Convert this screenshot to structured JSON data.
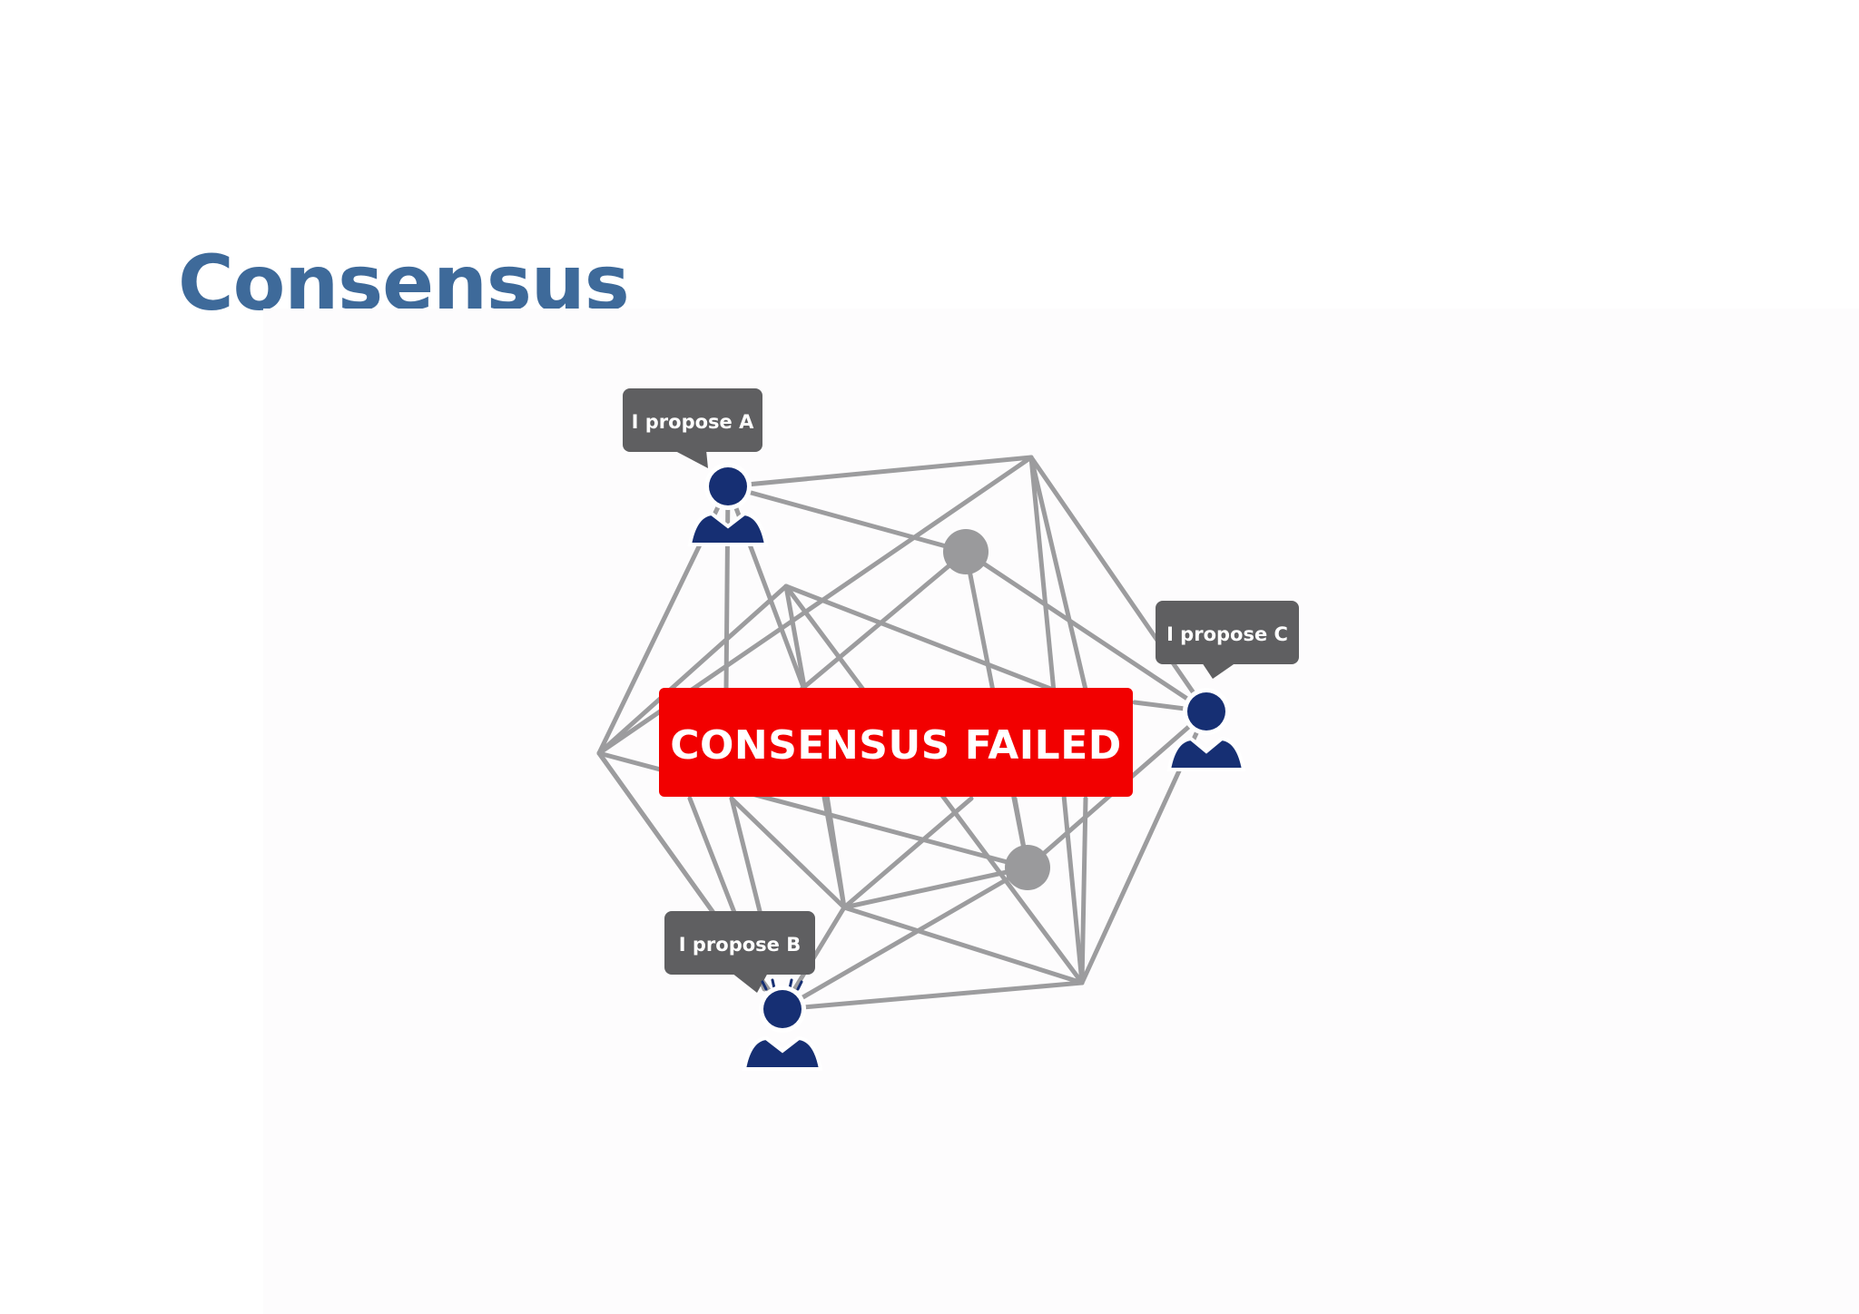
{
  "slide": {
    "title": "Consensus"
  },
  "diagram": {
    "status_banner": "CONSENSUS FAILED",
    "proposals": {
      "a": "I propose A",
      "b": "I propose B",
      "c": "I propose C"
    }
  },
  "colors": {
    "title": "#3e6a9a",
    "banner": "#f20000",
    "bubble": "#5f5f61",
    "person": "#162f73",
    "link": "#9c9c9e",
    "hidden_node": "#9a9a9c"
  },
  "icons": {
    "participant": "person-icon",
    "proposal": "speech-bubble-icon",
    "network_node": "node-icon"
  }
}
